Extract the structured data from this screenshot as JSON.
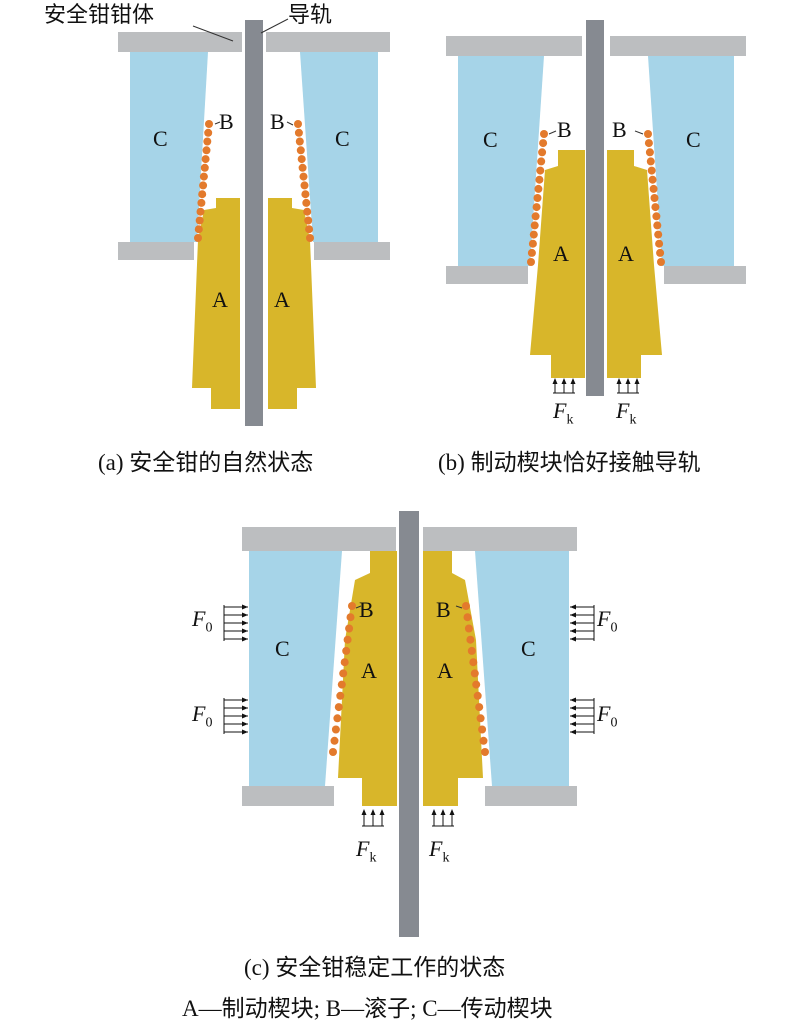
{
  "callouts": {
    "body": "安全钳钳体",
    "rail": "导轨"
  },
  "parts": {
    "A": "A",
    "B": "B",
    "C": "C"
  },
  "forces": {
    "Fk_symbol": "F",
    "Fk_sub": "k",
    "F0_symbol": "F",
    "F0_sub": "0"
  },
  "captions": {
    "a": "(a) 安全钳的自然状态",
    "b": "(b) 制动楔块恰好接触导轨",
    "c": "(c) 安全钳稳定工作的状态"
  },
  "legend": "A—制动楔块; B—滚子; C—传动楔块",
  "colors": {
    "frame": "#bcbec0",
    "rail": "#868a91",
    "wedge_c": "#a6d4e8",
    "wedge_a": "#d8b62a",
    "roller": "#e37a2c"
  }
}
